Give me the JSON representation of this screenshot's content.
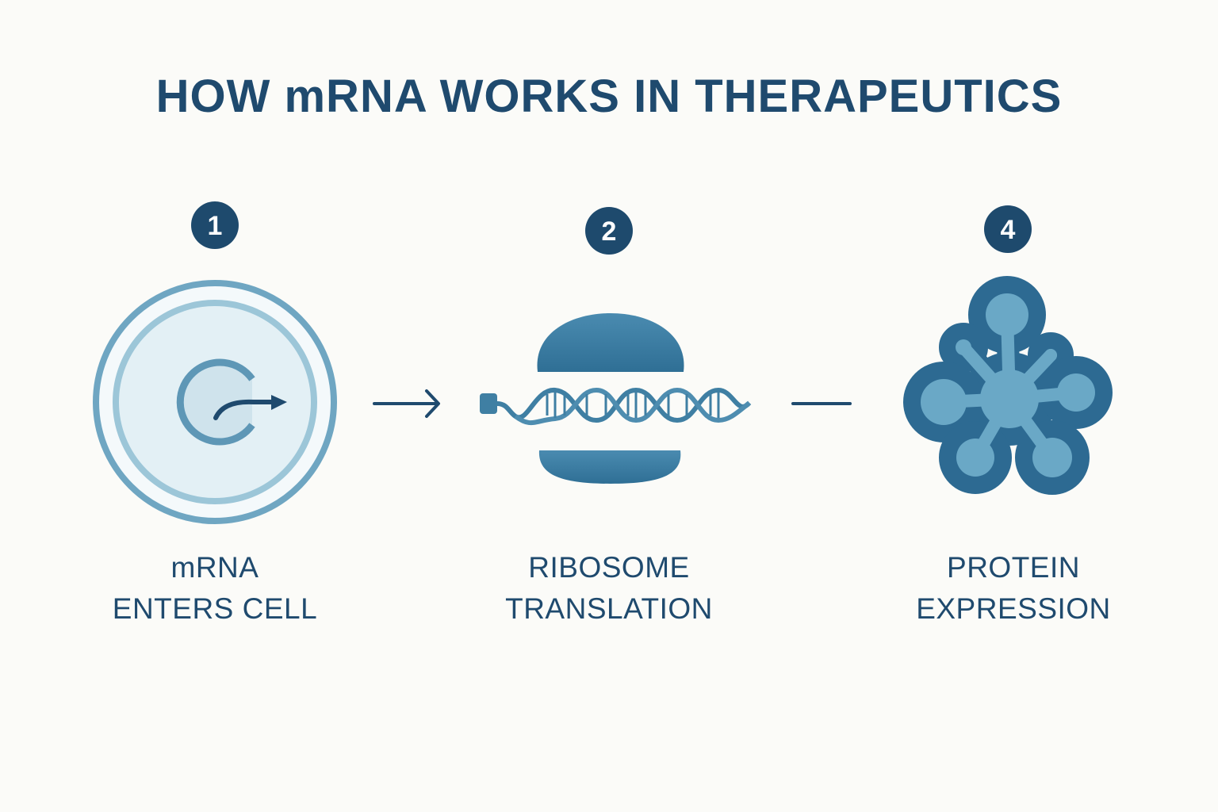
{
  "title": "HOW mRNA WORKS IN THERAPEUTICS",
  "steps": [
    {
      "number": "1",
      "line1": "mRNA",
      "line2": "ENTERS CELL",
      "icon": "cell-icon"
    },
    {
      "number": "2",
      "line1": "RIBOSOME",
      "line2": "TRANSLATION",
      "icon": "ribosome-icon"
    },
    {
      "number": "4",
      "line1": "PROTEIN",
      "line2": "EXPRESSION",
      "icon": "protein-icon"
    }
  ],
  "colors": {
    "dark": "#1f4a6e",
    "mid": "#3f7fa3",
    "light": "#78afc8",
    "pale": "#e3f0f5"
  }
}
